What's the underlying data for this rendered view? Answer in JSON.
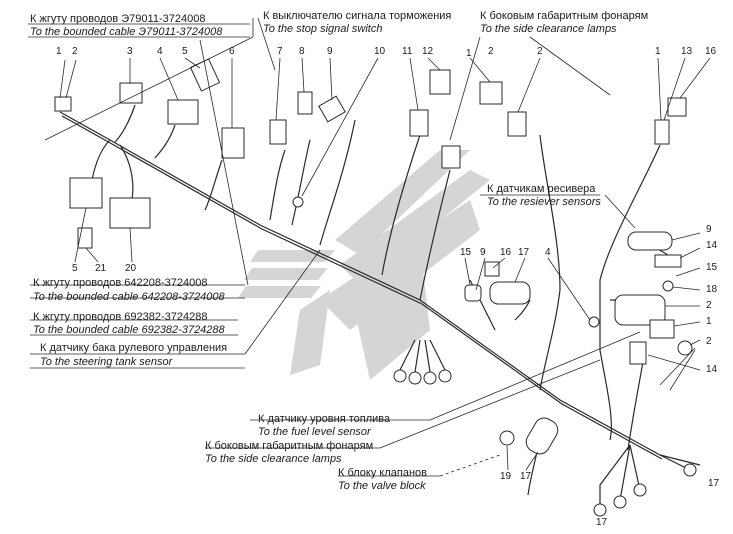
{
  "labels": [
    {
      "id": "bundle-e79011",
      "ru": "К жгуту проводов Э79011-3724008",
      "en": "To the bounded cable Э79011-3724008"
    },
    {
      "id": "stop-switch",
      "ru": "К выключателю сигнала торможения",
      "en": "To the stop signal switch"
    },
    {
      "id": "side-lamps-top",
      "ru": "К боковым габаритным фонарям",
      "en": "To the side clearance lamps"
    },
    {
      "id": "receiver-sensors",
      "ru": "К датчикам ресивера",
      "en": "To the resiever sensors"
    },
    {
      "id": "bundle-642208",
      "ru": "К жгуту проводов 642208-3724008",
      "en": "To the bounded cable 642208-3724008"
    },
    {
      "id": "bundle-692382",
      "ru": "К жгуту проводов 692382-3724288",
      "en": "To the bounded cable 692382-3724288"
    },
    {
      "id": "steering-tank",
      "ru": "К датчику бака рулевого управления",
      "en": "To the steering tank sensor"
    },
    {
      "id": "fuel-level",
      "ru": "К датчику уровня топлива",
      "en": "To the fuel level sensor"
    },
    {
      "id": "side-lamps-bottom",
      "ru": "К боковым габаритным фонарям",
      "en": "To the side clearance lamps"
    },
    {
      "id": "valve-block",
      "ru": "К блоку клапанов",
      "en": "To the valve block"
    }
  ],
  "callouts": [
    "1",
    "2",
    "3",
    "4",
    "5",
    "6",
    "7",
    "8",
    "9",
    "10",
    "11",
    "12",
    "1",
    "2",
    "2",
    "1",
    "13",
    "16",
    "9",
    "14",
    "15",
    "18",
    "2",
    "1",
    "2",
    "14",
    "15",
    "9",
    "16",
    "17",
    "4",
    "5",
    "21",
    "20",
    "19",
    "17",
    "17"
  ]
}
